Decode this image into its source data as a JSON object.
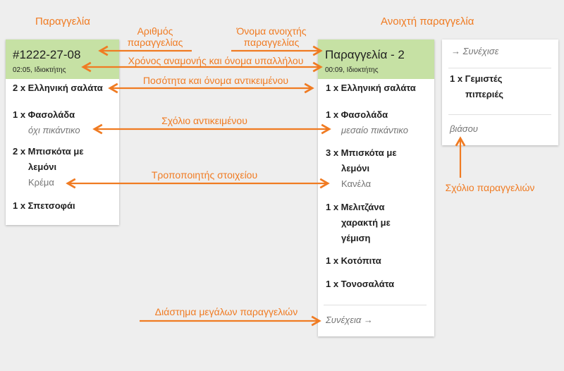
{
  "headers": {
    "order": "Παραγγελία",
    "open_order": "Ανοιχτή παραγγελία"
  },
  "annotations": {
    "order_number": "Αριθμός\nπαραγγελίας",
    "open_order_name": "Όνομα ανοιχτής\nπαραγγελίας",
    "wait_time_employee": "Χρόνος αναμονής και όνομα υπαλλήλου",
    "qty_name": "Ποσότητα και όνομα αντικειμένου",
    "item_comment": "Σχόλιο αντικειμένου",
    "item_modifier": "Τροποποιητής στοιχείου",
    "order_comment": "Σχόλιο παραγγελιών",
    "large_order_gap": "Διάστημα μεγάλων παραγγελιών"
  },
  "ticket1": {
    "number": "#1222-27-08",
    "meta": "02:05, Ιδιοκτήτης",
    "items": [
      {
        "text": "2 x Ελληνική σαλάτα"
      },
      {
        "text": "1 x Φασολάδα",
        "comment": "όχι πικάντικο"
      },
      {
        "line1": "2 x Μπισκότα με",
        "line2": "λεμόνι",
        "modifier": "Κρέμα"
      },
      {
        "text": "1 x Σπετσοφάι"
      }
    ]
  },
  "ticket2": {
    "name": "Παραγγελία - 2",
    "meta": "00:09, Ιδιοκτήτης",
    "items": [
      {
        "text": "1 x Ελληνική σαλάτα"
      },
      {
        "text": "1 x Φασολάδα",
        "comment": "μεσαίο πικάντικο"
      },
      {
        "line1": "3 x Μπισκότα με",
        "line2": "λεμόνι",
        "modifier": "Κανέλα"
      },
      {
        "line1": "1 x Μελιτζάνα",
        "line2": "χαρακτή με",
        "line3": "γέμιση"
      },
      {
        "text": "1 x Κοτόπιτα"
      },
      {
        "text": "1 x Τονοσαλάτα"
      }
    ],
    "continue": "Συνέχεια →"
  },
  "ticket3": {
    "continue": "→ Συνέχισε",
    "item_line1": "1 x Γεμιστές",
    "item_line2": "πιπεριές",
    "comment": "βιάσου"
  },
  "colors": {
    "accent": "#f07b22",
    "header_bg": "#c6e1a4"
  }
}
